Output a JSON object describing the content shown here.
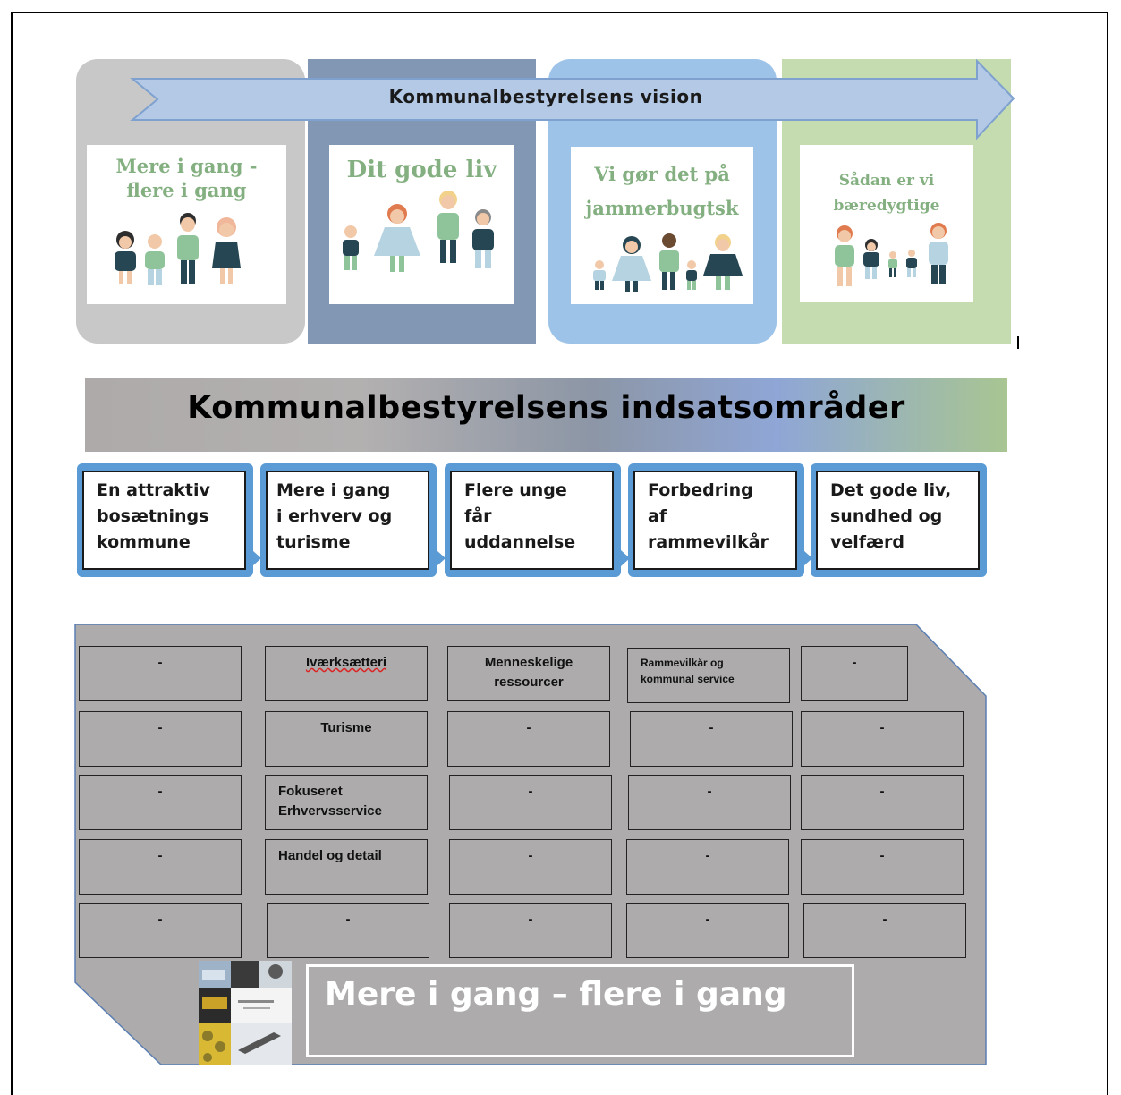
{
  "vision": {
    "title": "Kommunalbestyrelsens vision",
    "cards": [
      {
        "title": "Mere i gang -\nflere i gang"
      },
      {
        "title": "Dit gode liv"
      },
      {
        "title": "Vi gør det på\njammerbugtsk"
      },
      {
        "title": "Sådan er vi\nbæredygtige"
      }
    ]
  },
  "focus": {
    "title": "Kommunalbestyrelsens indsatsområder",
    "areas": [
      "En attraktiv\nbosætnings\nkommune",
      "Mere i gang\ni erhverv og\nturisme",
      "Flere unge\nfår\nuddannelse",
      "Forbedring\naf\nrammevilkår",
      "Det gode liv,\nsundhed og\nvelfærd"
    ]
  },
  "grid": {
    "rows": [
      [
        "-",
        "Iværksætteri",
        "Menneskelige\nressourcer",
        "Rammevilkår og\nkommunal service",
        "-"
      ],
      [
        "-",
        "Turisme",
        "-",
        "-",
        "-"
      ],
      [
        "-",
        "Fokuseret\nErhvervsservice",
        "-",
        "-",
        "-"
      ],
      [
        "-",
        "Handel og detail",
        "-",
        "-",
        "-"
      ],
      [
        "-",
        "-",
        "-",
        "-",
        "-"
      ]
    ]
  },
  "bottom": {
    "title": "Mere i gang – flere i gang",
    "photo_icon": "collage-photo-icon"
  },
  "colors": {
    "grey_column": "#c8c8c8",
    "slate_column": "#8297b3",
    "blue_column": "#9ec3e8",
    "green_column": "#c5dcb1",
    "card_title_green": "#84b081",
    "area_border_blue": "#5b9bd5",
    "grid_background": "#adabab"
  }
}
